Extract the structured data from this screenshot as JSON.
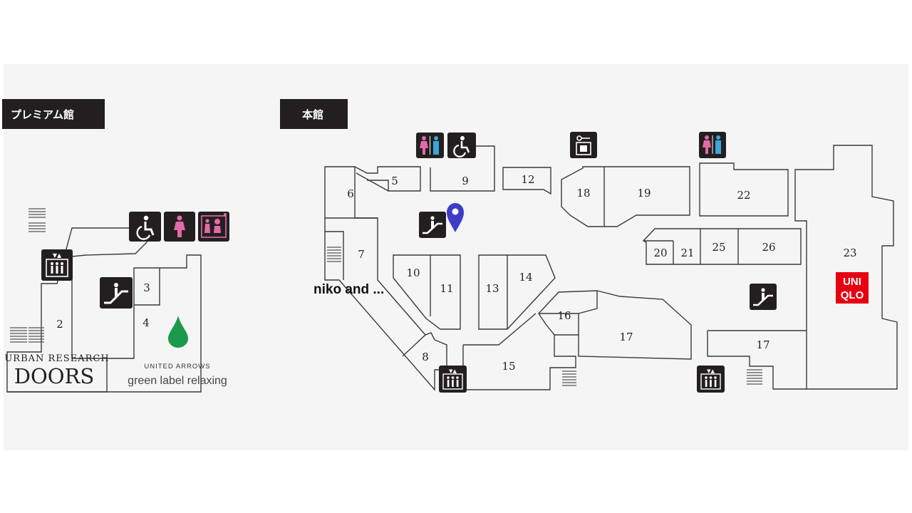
{
  "headers": {
    "premium": "プレミアム館",
    "main": "本館"
  },
  "stores": {
    "premium": [
      "2",
      "3",
      "4"
    ],
    "main": [
      "5",
      "6",
      "7",
      "8",
      "9",
      "10",
      "11",
      "12",
      "13",
      "14",
      "15",
      "16",
      "17",
      "17",
      "18",
      "19",
      "20",
      "21",
      "22",
      "23",
      "25",
      "26"
    ]
  },
  "brands": {
    "urban_research_top": "URBAN RESEARCH",
    "urban_research_bottom": "DOORS",
    "united_arrows_top": "UNITED ARROWS",
    "united_arrows_bottom": "green label relaxing",
    "niko": "niko and ...",
    "uniqlo_top": "UNI",
    "uniqlo_bottom": "QLO"
  },
  "icons": [
    "wheelchair-icon",
    "women-restroom-icon",
    "baby-care-icon",
    "elevator-icon",
    "escalator-icon",
    "restroom-icon",
    "coin-locker-icon",
    "stairs-icon",
    "location-pin-icon"
  ],
  "colors": {
    "map_bg": "#f5f5f5",
    "header_bg": "#231f20",
    "icon_bg": "#231f20",
    "pin": "#3d3dc8",
    "leaf": "#1a9a4a",
    "uniqlo": "#e60012",
    "women": "#e36aa8",
    "men": "#3aa6d9"
  }
}
